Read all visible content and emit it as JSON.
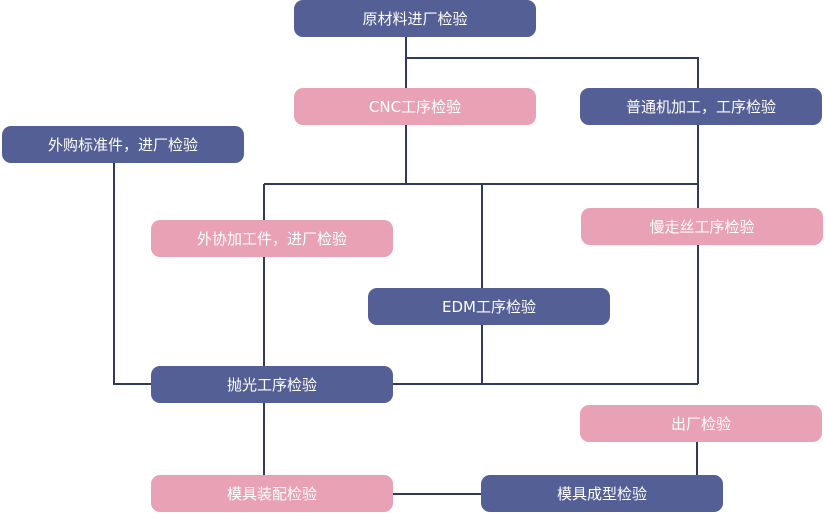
{
  "colors": {
    "dark_node": "#545f95",
    "pink_node": "#e9a2b5",
    "connector": "#2f3a5e",
    "node_text": "#ffffff"
  },
  "nodes": {
    "raw_material": {
      "label": "原材料进厂检验",
      "style": "dark"
    },
    "cnc": {
      "label": "CNC工序检验",
      "style": "pink"
    },
    "general_machining": {
      "label": "普通机加工，工序检验",
      "style": "dark"
    },
    "purchased_std": {
      "label": "外购标准件，进厂检验",
      "style": "dark"
    },
    "outsourced": {
      "label": "外协加工件，进厂检验",
      "style": "pink"
    },
    "wire_cut": {
      "label": "慢走丝工序检验",
      "style": "pink"
    },
    "edm": {
      "label": "EDM工序检验",
      "style": "dark"
    },
    "polishing": {
      "label": "抛光工序检验",
      "style": "dark"
    },
    "factory_exit": {
      "label": "出厂检验",
      "style": "pink"
    },
    "mold_assembly": {
      "label": "模具装配检验",
      "style": "pink"
    },
    "mold_forming": {
      "label": "模具成型检验",
      "style": "dark"
    }
  }
}
